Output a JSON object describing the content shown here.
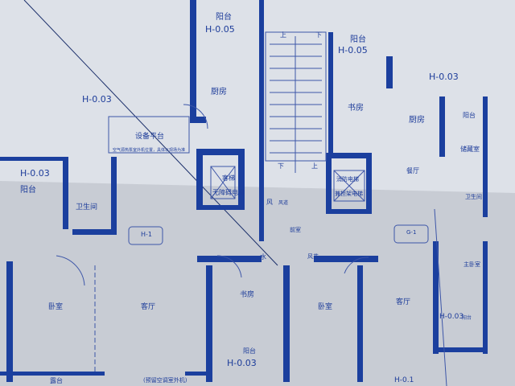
{
  "colors": {
    "paper": "#dde1e8",
    "shadow": "#c6cad2",
    "wall": "#1b3f9e",
    "line": "#3d56a8"
  },
  "rooms": {
    "balcony_top_left": "阳台",
    "level_top_left": "H-0.05",
    "balcony_top_right": "阳台",
    "level_top_right": "H-0.05",
    "kitchen_left": "厨房",
    "study_top": "书房",
    "kitchen_right": "厨房",
    "balcony_right": "阳台",
    "level_right": "H-0.03",
    "storage": "储藏室",
    "dining": "餐厅",
    "bathroom_right": "卫生间",
    "level_equipment": "H-0.03",
    "equipment_platform": "设备平台",
    "equipment_note": "空气源热泵室外机位置，具体以现场为准",
    "level_left": "H-0.03",
    "balcony_left": "阳台",
    "bathroom_left": "卫生间",
    "elevator_passenger_1": "客梯",
    "elevator_passenger_2": "无障碍电梯",
    "elevator_fire_1": "消防电梯",
    "elevator_fire_2": "兼担架电梯",
    "stair_up_top": "上",
    "stair_down_top": "下",
    "stair_down_bottom": "下",
    "stair_up_bottom": "上",
    "air_shaft": "风",
    "air_shaft_2": "风道",
    "front_room": "前室",
    "water": "水",
    "shaft_right": "风井",
    "unit_h1": "H-1",
    "unit_g1": "G-1",
    "study_bottom": "书房",
    "bedroom_left": "卧室",
    "living_left": "客厅",
    "bedroom_mid": "卧室",
    "living_right": "客厅",
    "master_bedroom": "主卧室",
    "level_balcony_master": "H-0.03",
    "balcony_master": "阳台",
    "balcony_bottom": "阳台",
    "level_bottom": "H-0.03",
    "terrace": "露台",
    "ac_reserved": "(预留空调室外机)",
    "level_bottom_right": "H-0.1"
  }
}
